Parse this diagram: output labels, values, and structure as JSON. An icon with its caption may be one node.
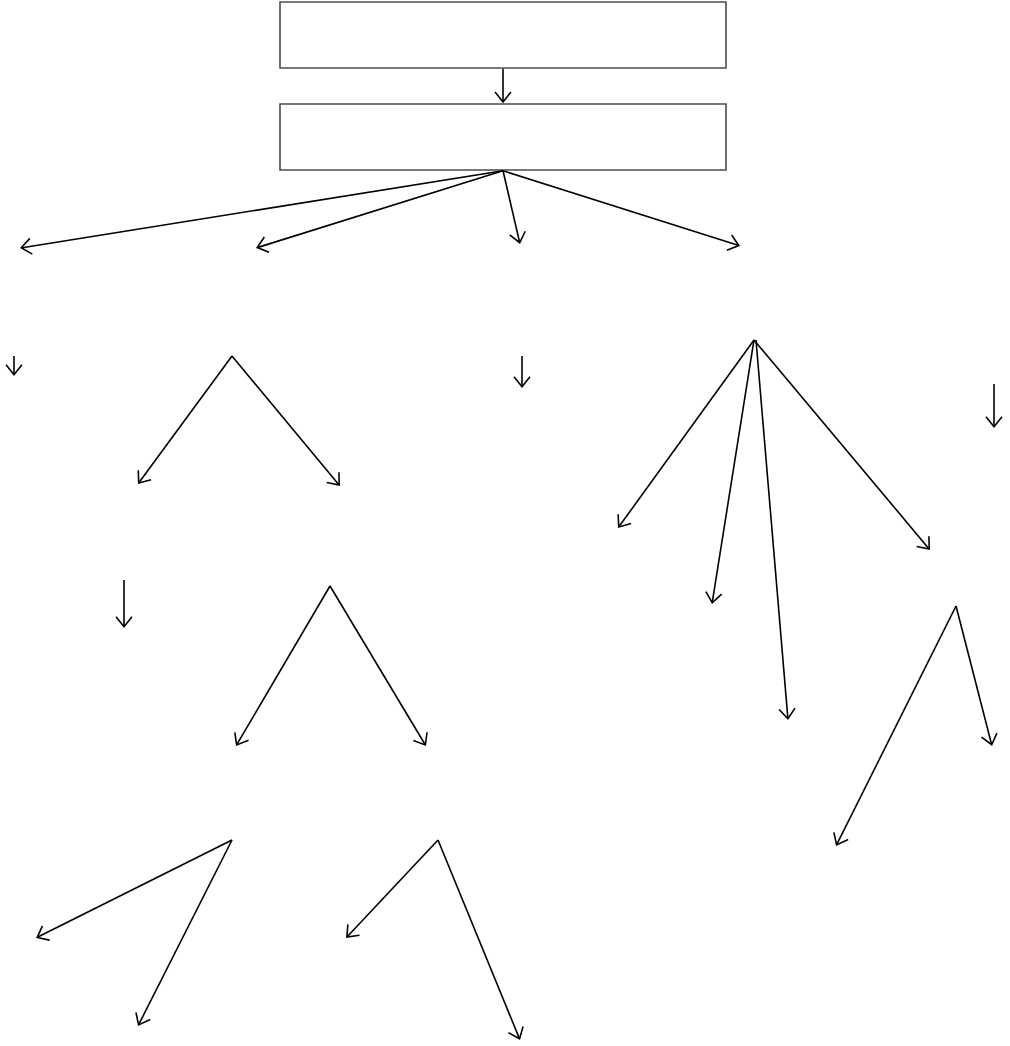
{
  "diagram": {
    "nodes": [
      {
        "text": [],
        "shape": "box"
      },
      {
        "text": [],
        "shape": "box"
      }
    ],
    "edges": [
      {
        "from": 0,
        "to": 1,
        "arrow": "to"
      },
      {
        "from": 1,
        "to": null,
        "arrow": "to"
      },
      {
        "from": 1,
        "to": null,
        "arrow": "to"
      },
      {
        "from": 1,
        "to": null,
        "arrow": "to"
      },
      {
        "from": 1,
        "to": null,
        "arrow": "to"
      }
    ]
  }
}
